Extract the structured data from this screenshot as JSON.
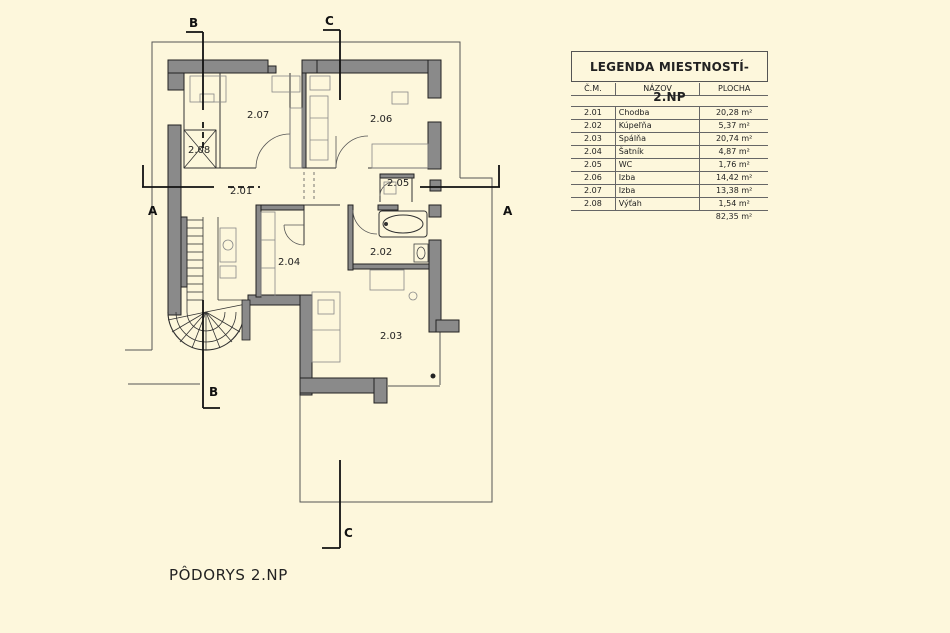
{
  "page_title": "PÔDORYS 2.NP",
  "section_labels": {
    "a_left": "A",
    "a_right": "A",
    "b_top": "B",
    "b_bottom": "B",
    "c_top": "C",
    "c_bottom": "C"
  },
  "room_labels": {
    "r201": "2.01",
    "r202": "2.02",
    "r203": "2.03",
    "r204": "2.04",
    "r205": "2.05",
    "r206": "2.06",
    "r207": "2.07",
    "r208": "2.08"
  },
  "legend": {
    "title": "LEGENDA MIESTNOSTÍ- 2.NP",
    "headers": {
      "number": "Č.M.",
      "name": "NÁZOV",
      "area": "PLOCHA"
    },
    "rows": [
      {
        "number": "2.01",
        "name": "Chodba",
        "area": "20,28 m²"
      },
      {
        "number": "2.02",
        "name": "Kúpeľňa",
        "area": "5,37 m²"
      },
      {
        "number": "2.03",
        "name": "Spálňa",
        "area": "20,74 m²"
      },
      {
        "number": "2.04",
        "name": "Šatník",
        "area": "4,87 m²"
      },
      {
        "number": "2.05",
        "name": "WC",
        "area": "1,76 m²"
      },
      {
        "number": "2.06",
        "name": "Izba",
        "area": "14,42 m²"
      },
      {
        "number": "2.07",
        "name": "Izba",
        "area": "13,38 m²"
      },
      {
        "number": "2.08",
        "name": "Výťah",
        "area": "1,54 m²"
      }
    ],
    "total": "82,35 m²"
  },
  "colors": {
    "background": "#fdf7dc",
    "wall": "#8a8a8a",
    "line": "#222222"
  }
}
